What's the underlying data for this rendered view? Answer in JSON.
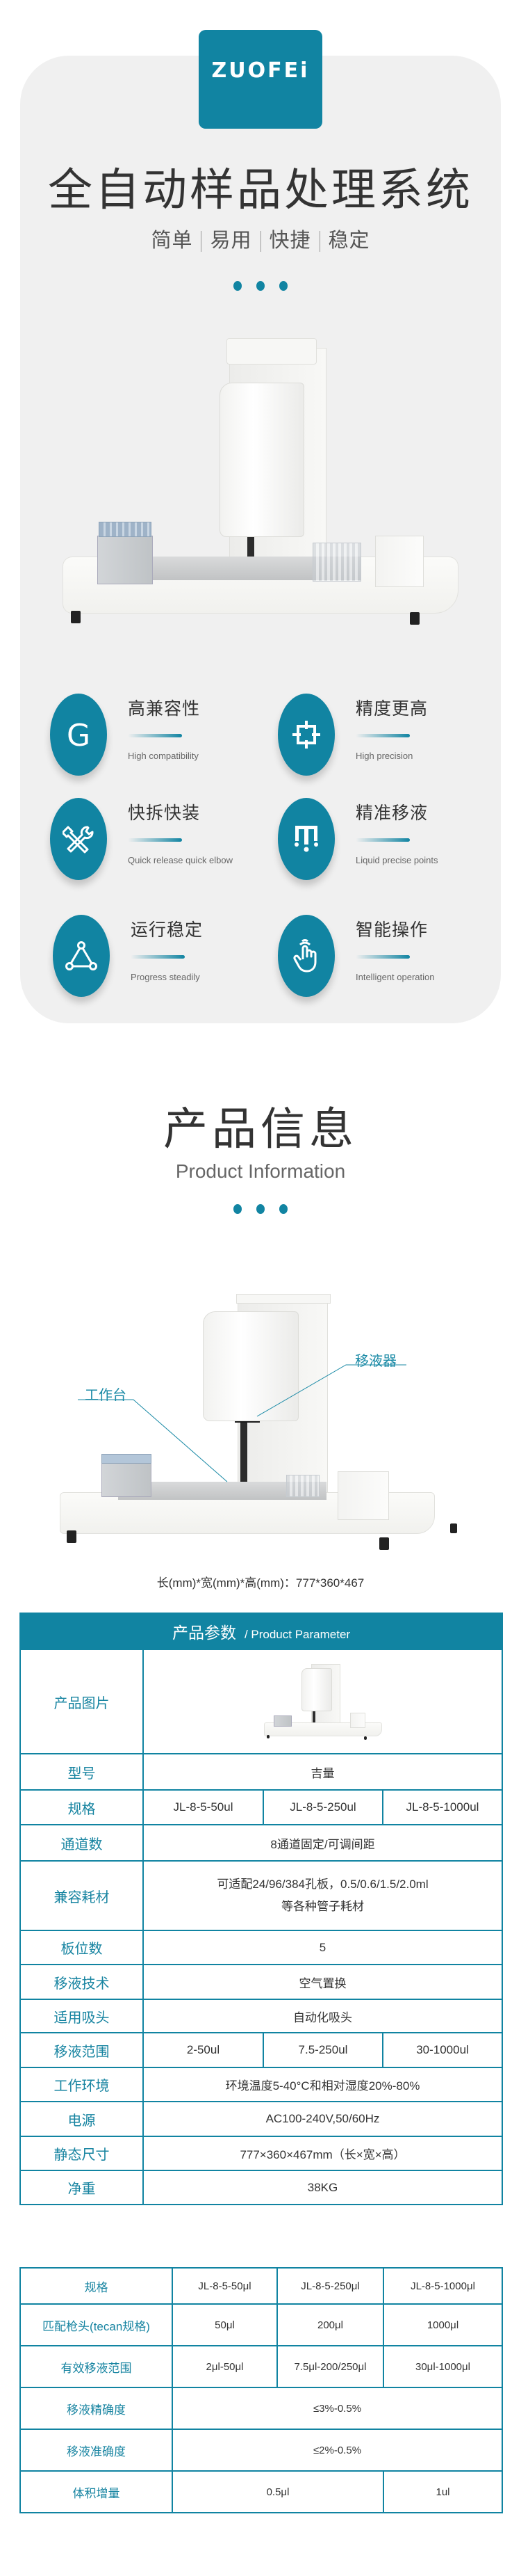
{
  "brand": {
    "logo_text": "ZUOFEi",
    "accent_color": "#1184a2"
  },
  "hero": {
    "title": "全自动样品处理系统",
    "tags": [
      "简单",
      "易用",
      "快捷",
      "稳定"
    ]
  },
  "features": [
    {
      "title": "高兼容性",
      "subtitle": "High compatibility",
      "icon": "g-letter-icon"
    },
    {
      "title": "精度更高",
      "subtitle": "High precision",
      "icon": "crosshair-frame-icon"
    },
    {
      "title": "快拆快装",
      "subtitle": "Quick release quick elbow",
      "icon": "wrench-screwdriver-icon"
    },
    {
      "title": "精准移液",
      "subtitle": "Liquid precise points",
      "icon": "pipette-drops-icon"
    },
    {
      "title": "运行稳定",
      "subtitle": "Progress steadily",
      "icon": "triangle-nodes-icon"
    },
    {
      "title": "智能操作",
      "subtitle": "Intelligent operation",
      "icon": "hand-tap-icon"
    }
  ],
  "product_info": {
    "title": "产品信息",
    "subtitle": "Product Information",
    "callouts": {
      "pipettor": "移液器",
      "workbench": "工作台"
    },
    "dimensions": "长(mm)*宽(mm)*高(mm)：777*360*467"
  },
  "param_table": {
    "header_cn": "产品参数",
    "header_en": "/ Product Parameter",
    "rows": {
      "image_label": "产品图片",
      "model": {
        "label": "型号",
        "value": "吉量"
      },
      "spec": {
        "label": "规格",
        "values": [
          "JL-8-5-50ul",
          "JL-8-5-250ul",
          "JL-8-5-1000ul"
        ]
      },
      "channels": {
        "label": "通道数",
        "value": "8通道固定/可调间距"
      },
      "consumables": {
        "label": "兼容耗材",
        "line1": "可适配24/96/384孔板，0.5/0.6/1.5/2.0ml",
        "line2": "等各种管子耗材"
      },
      "plates": {
        "label": "板位数",
        "value": "5"
      },
      "tech": {
        "label": "移液技术",
        "value": "空气置换"
      },
      "tips": {
        "label": "适用吸头",
        "value": "自动化吸头"
      },
      "range": {
        "label": "移液范围",
        "values": [
          "2-50ul",
          "7.5-250ul",
          "30-1000ul"
        ]
      },
      "env": {
        "label": "工作环境",
        "value": "环境温度5-40°C和相对湿度20%-80%"
      },
      "power": {
        "label": "电源",
        "value": "AC100-240V,50/60Hz"
      },
      "size": {
        "label": "静态尺寸",
        "value": "777×360×467mm（长×宽×高）"
      },
      "weight": {
        "label": "净重",
        "value": "38KG"
      }
    }
  },
  "spec_table": {
    "rows": {
      "spec": {
        "label": "规格",
        "values": [
          "JL-8-5-50μl",
          "JL-8-5-250μl",
          "JL-8-5-1000μl"
        ]
      },
      "tip_match": {
        "label": "匹配枪头(tecan规格)",
        "values": [
          "50μl",
          "200μl",
          "1000μl"
        ]
      },
      "eff_range": {
        "label": "有效移液范围",
        "values": [
          "2μl-50μl",
          "7.5μl-200/250μl",
          "30μl-1000μl"
        ]
      },
      "precision": {
        "label": "移液精确度",
        "value": "≤3%-0.5%"
      },
      "accuracy": {
        "label": "移液准确度",
        "value": "≤2%-0.5%"
      },
      "increment": {
        "label": "体积增量",
        "values": [
          "0.5μl",
          "1ul"
        ]
      }
    }
  }
}
